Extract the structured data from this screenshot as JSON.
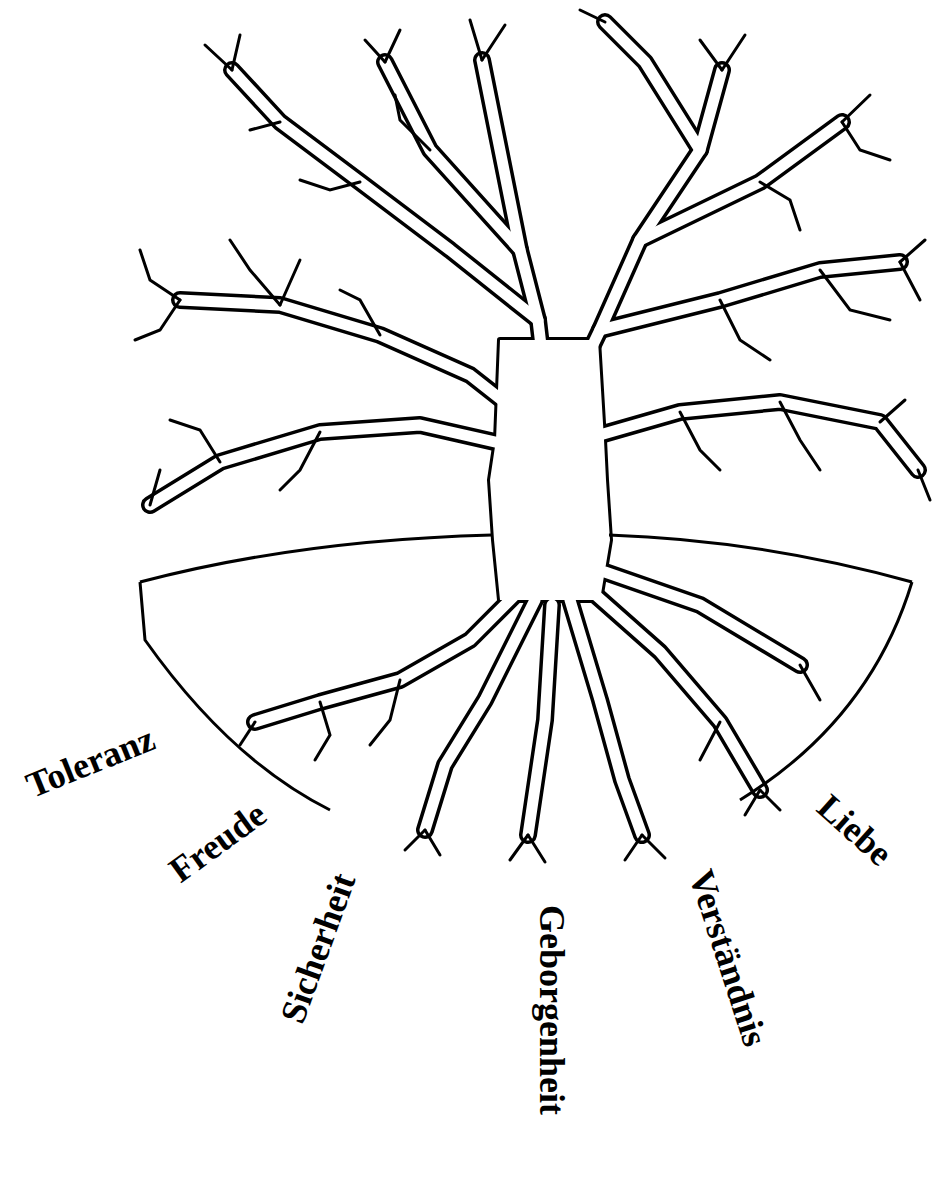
{
  "diagram": {
    "labels": [
      "Toleranz",
      "Freude",
      "Sicherheit",
      "Geborgenheit",
      "Verständnis",
      "Liebe"
    ]
  }
}
